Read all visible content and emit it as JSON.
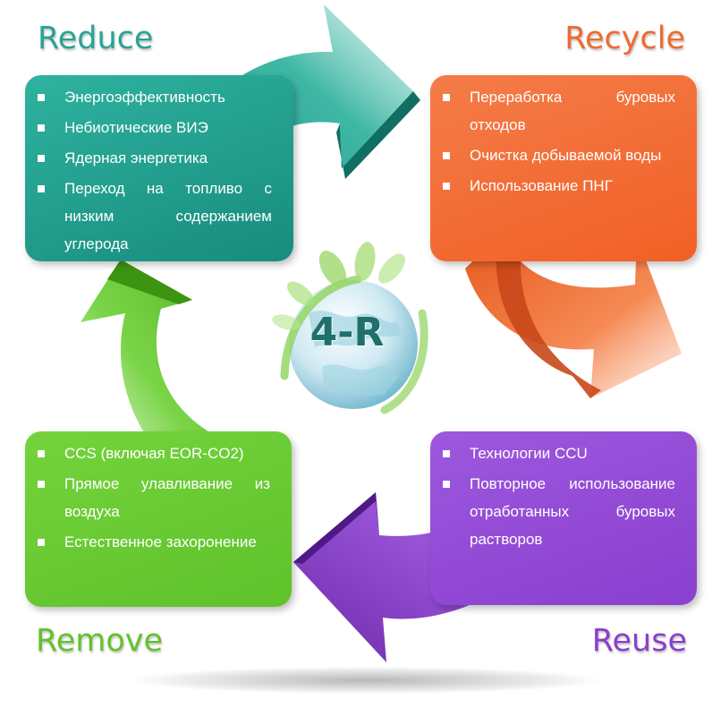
{
  "center": {
    "label": "4-R"
  },
  "quadrants": {
    "reduce": {
      "title": "Reduce",
      "items": [
        "Энергоэффективность",
        "Небиотические ВИЭ",
        "Ядерная энергетика",
        "Переход на топливо с низким содержанием углерода"
      ]
    },
    "recycle": {
      "title": "Recycle",
      "items": [
        "Переработка буровых отходов",
        "Очистка добываемой воды",
        "Использование ПНГ"
      ]
    },
    "remove": {
      "title": "Remove",
      "items": [
        "CCS (включая EOR-CO2)",
        "Прямое улавливание из воздуха",
        "Естественное захоронение"
      ]
    },
    "reuse": {
      "title": "Reuse",
      "items": [
        "Технологии CCU",
        "Повторное использование отработанных буровых растворов"
      ]
    }
  },
  "colors": {
    "reduce": "#1f9e8e",
    "recycle": "#f26a30",
    "remove": "#66c92e",
    "reuse": "#8c42d0",
    "center_text": "#1f6f6a"
  },
  "icons": {
    "center": "globe-with-leaves-icon",
    "cycle": "circular-arrows"
  }
}
